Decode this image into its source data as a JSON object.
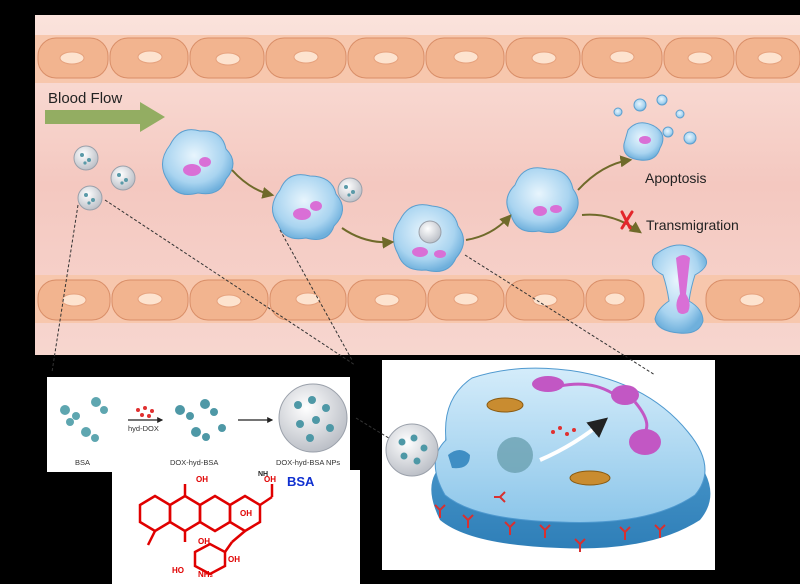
{
  "labels": {
    "blood_flow": "Blood Flow",
    "apoptosis": "Apoptosis",
    "transmigration": "Transmigration",
    "transmigration_blocked_mark": "✗",
    "bsa": "BSA",
    "hyd_dox": "hyd-DOX",
    "dox_hyd_bsa": "DOX-hyd-BSA",
    "dox_hyd_bsa_nps": "DOX-hyd-BSA NPs",
    "bsa_blue_tag": "BSA"
  },
  "structure_labels": {
    "oh_1": "OH",
    "oh_2": "OH",
    "oh_3": "OH",
    "oh_4": "OH",
    "oh_5": "OH",
    "ho": "HO",
    "nh2": "NH₂",
    "nh_link": "NH"
  },
  "colors": {
    "blood_flow_arrow": "#93ad62",
    "flow_arrows": "#6f6a2a",
    "transmigration_cross": "#e3262b",
    "dox_structure": "#e00000",
    "bsa_tag": "#1030d0",
    "neutrophil": "#a9d4f0",
    "nucleus": "#d96fd6",
    "endothelial_cell": "#f2b48f"
  },
  "icons": {
    "flow": "arrow-right-icon",
    "blocked": "cross-icon",
    "synthesis_step": "arrow-right-icon"
  }
}
